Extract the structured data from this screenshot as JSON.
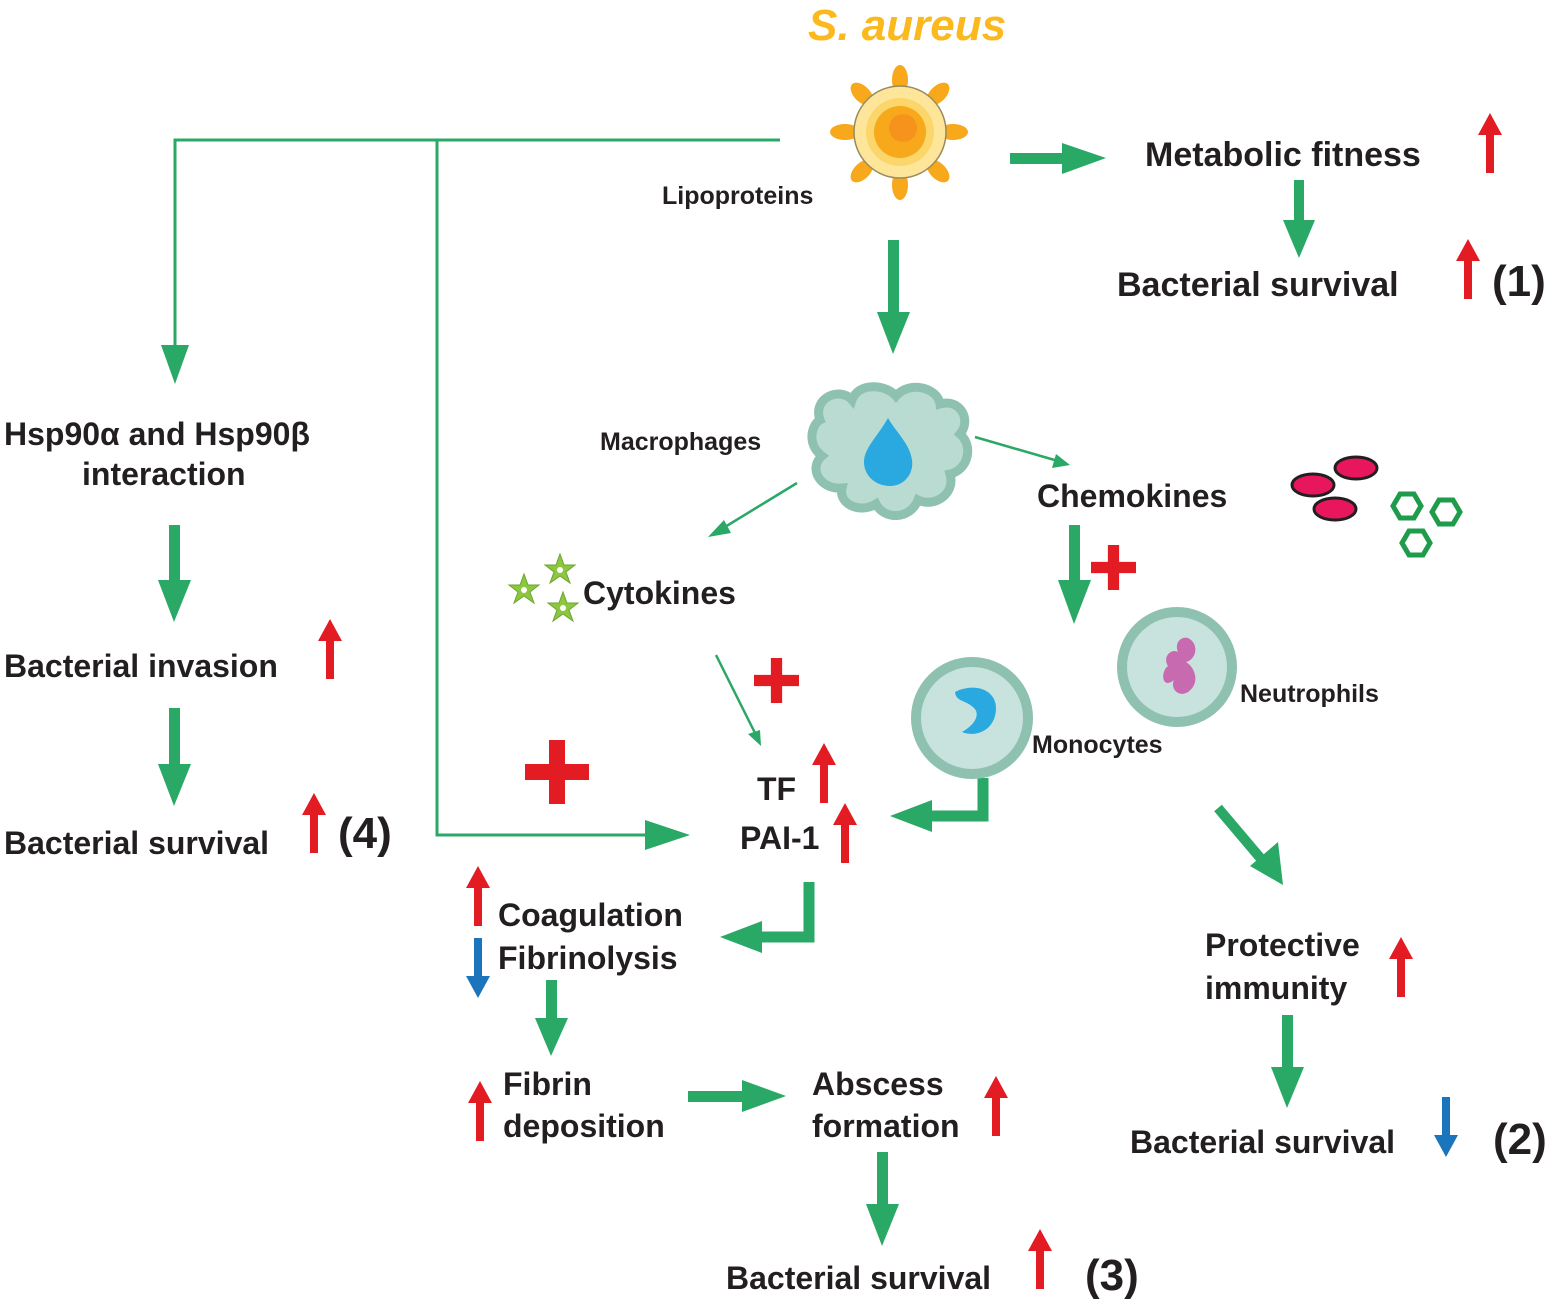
{
  "title": "S. aureus",
  "nodes": {
    "lipoproteins": "Lipoproteins",
    "metabolic_fitness": "Metabolic fitness",
    "bacterial_survival_1": "Bacterial survival",
    "label_1": "(1)",
    "hsp90_line1": "Hsp90α and Hsp90β",
    "hsp90_line2": "interaction",
    "bacterial_invasion": "Bacterial invasion",
    "bacterial_survival_4": "Bacterial survival",
    "label_4": "(4)",
    "macrophages": "Macrophages",
    "chemokines": "Chemokines",
    "cytokines": "Cytokines",
    "monocytes": "Monocytes",
    "neutrophils": "Neutrophils",
    "tf": "TF",
    "pai1": "PAI-1",
    "coagulation": "Coagulation",
    "fibrinolysis": "Fibrinolysis",
    "fibrin_line1": "Fibrin",
    "fibrin_line2": "deposition",
    "abscess_line1": "Abscess",
    "abscess_line2": "formation",
    "bacterial_survival_3": "Bacterial survival",
    "label_3": "(3)",
    "protective_line1": "Protective",
    "protective_line2": "immunity",
    "bacterial_survival_2": "Bacterial survival",
    "label_2": "(2)"
  },
  "colors": {
    "title": "#fbb91d",
    "text": "#231f20",
    "flow_arrow": "#2aa865",
    "increase_arrow": "#e31b23",
    "decrease_arrow": "#1b75bc",
    "plus_sign": "#e31b23",
    "bacterium_core": "#f7a81b",
    "bacterium_halo": "#fde59a",
    "macrophage": "#8fc1b0",
    "nucleus": "#29a9e0",
    "neutrophil_nucleus": "#c86ab0",
    "cytokine_star": "#8dc63f",
    "chemokine_oval": "#e8175d",
    "chemokine_hexagon": "#1e9b4b"
  },
  "icons": [
    "bacterium-icon",
    "macrophage-icon",
    "monocyte-icon",
    "neutrophil-icon",
    "cytokine-star-icon",
    "chemokine-oval-icon",
    "chemokine-hexagon-icon",
    "up-arrow-icon",
    "down-arrow-icon",
    "plus-icon"
  ]
}
